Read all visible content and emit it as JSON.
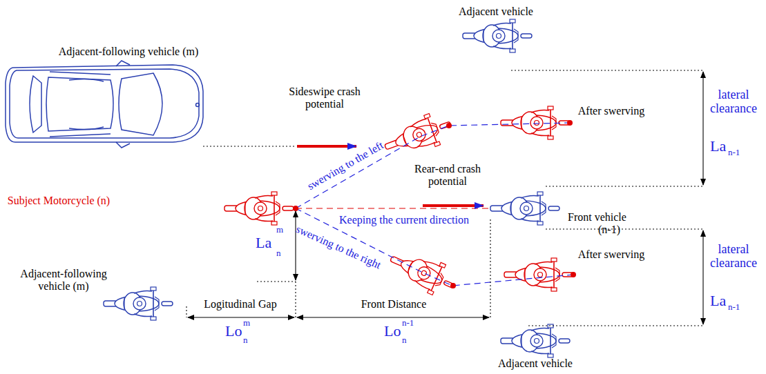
{
  "diagram": {
    "labels": [
      "Adjacent vehicle",
      "Adjacent-following vehicle (m)",
      "Sideswipe crash potential",
      "After swerving",
      "lateral clearance",
      "La",
      "n-1",
      "Rear-end crash potential",
      "Subject Motorcycle (n)",
      "swerving to the left",
      "Keeping the current direction",
      "Front vehicle",
      "(n-1)",
      "La",
      "m",
      "n",
      "swerving to the right",
      "After swerving",
      "lateral clearance",
      "La",
      "n-1",
      "Adjacent-following vehicle (m)",
      "Logitudinal Gap",
      "Front Distance",
      "Lo",
      "m",
      "n",
      "Lo",
      "n-1",
      "n",
      "Adjacent vehicle"
    ]
  }
}
